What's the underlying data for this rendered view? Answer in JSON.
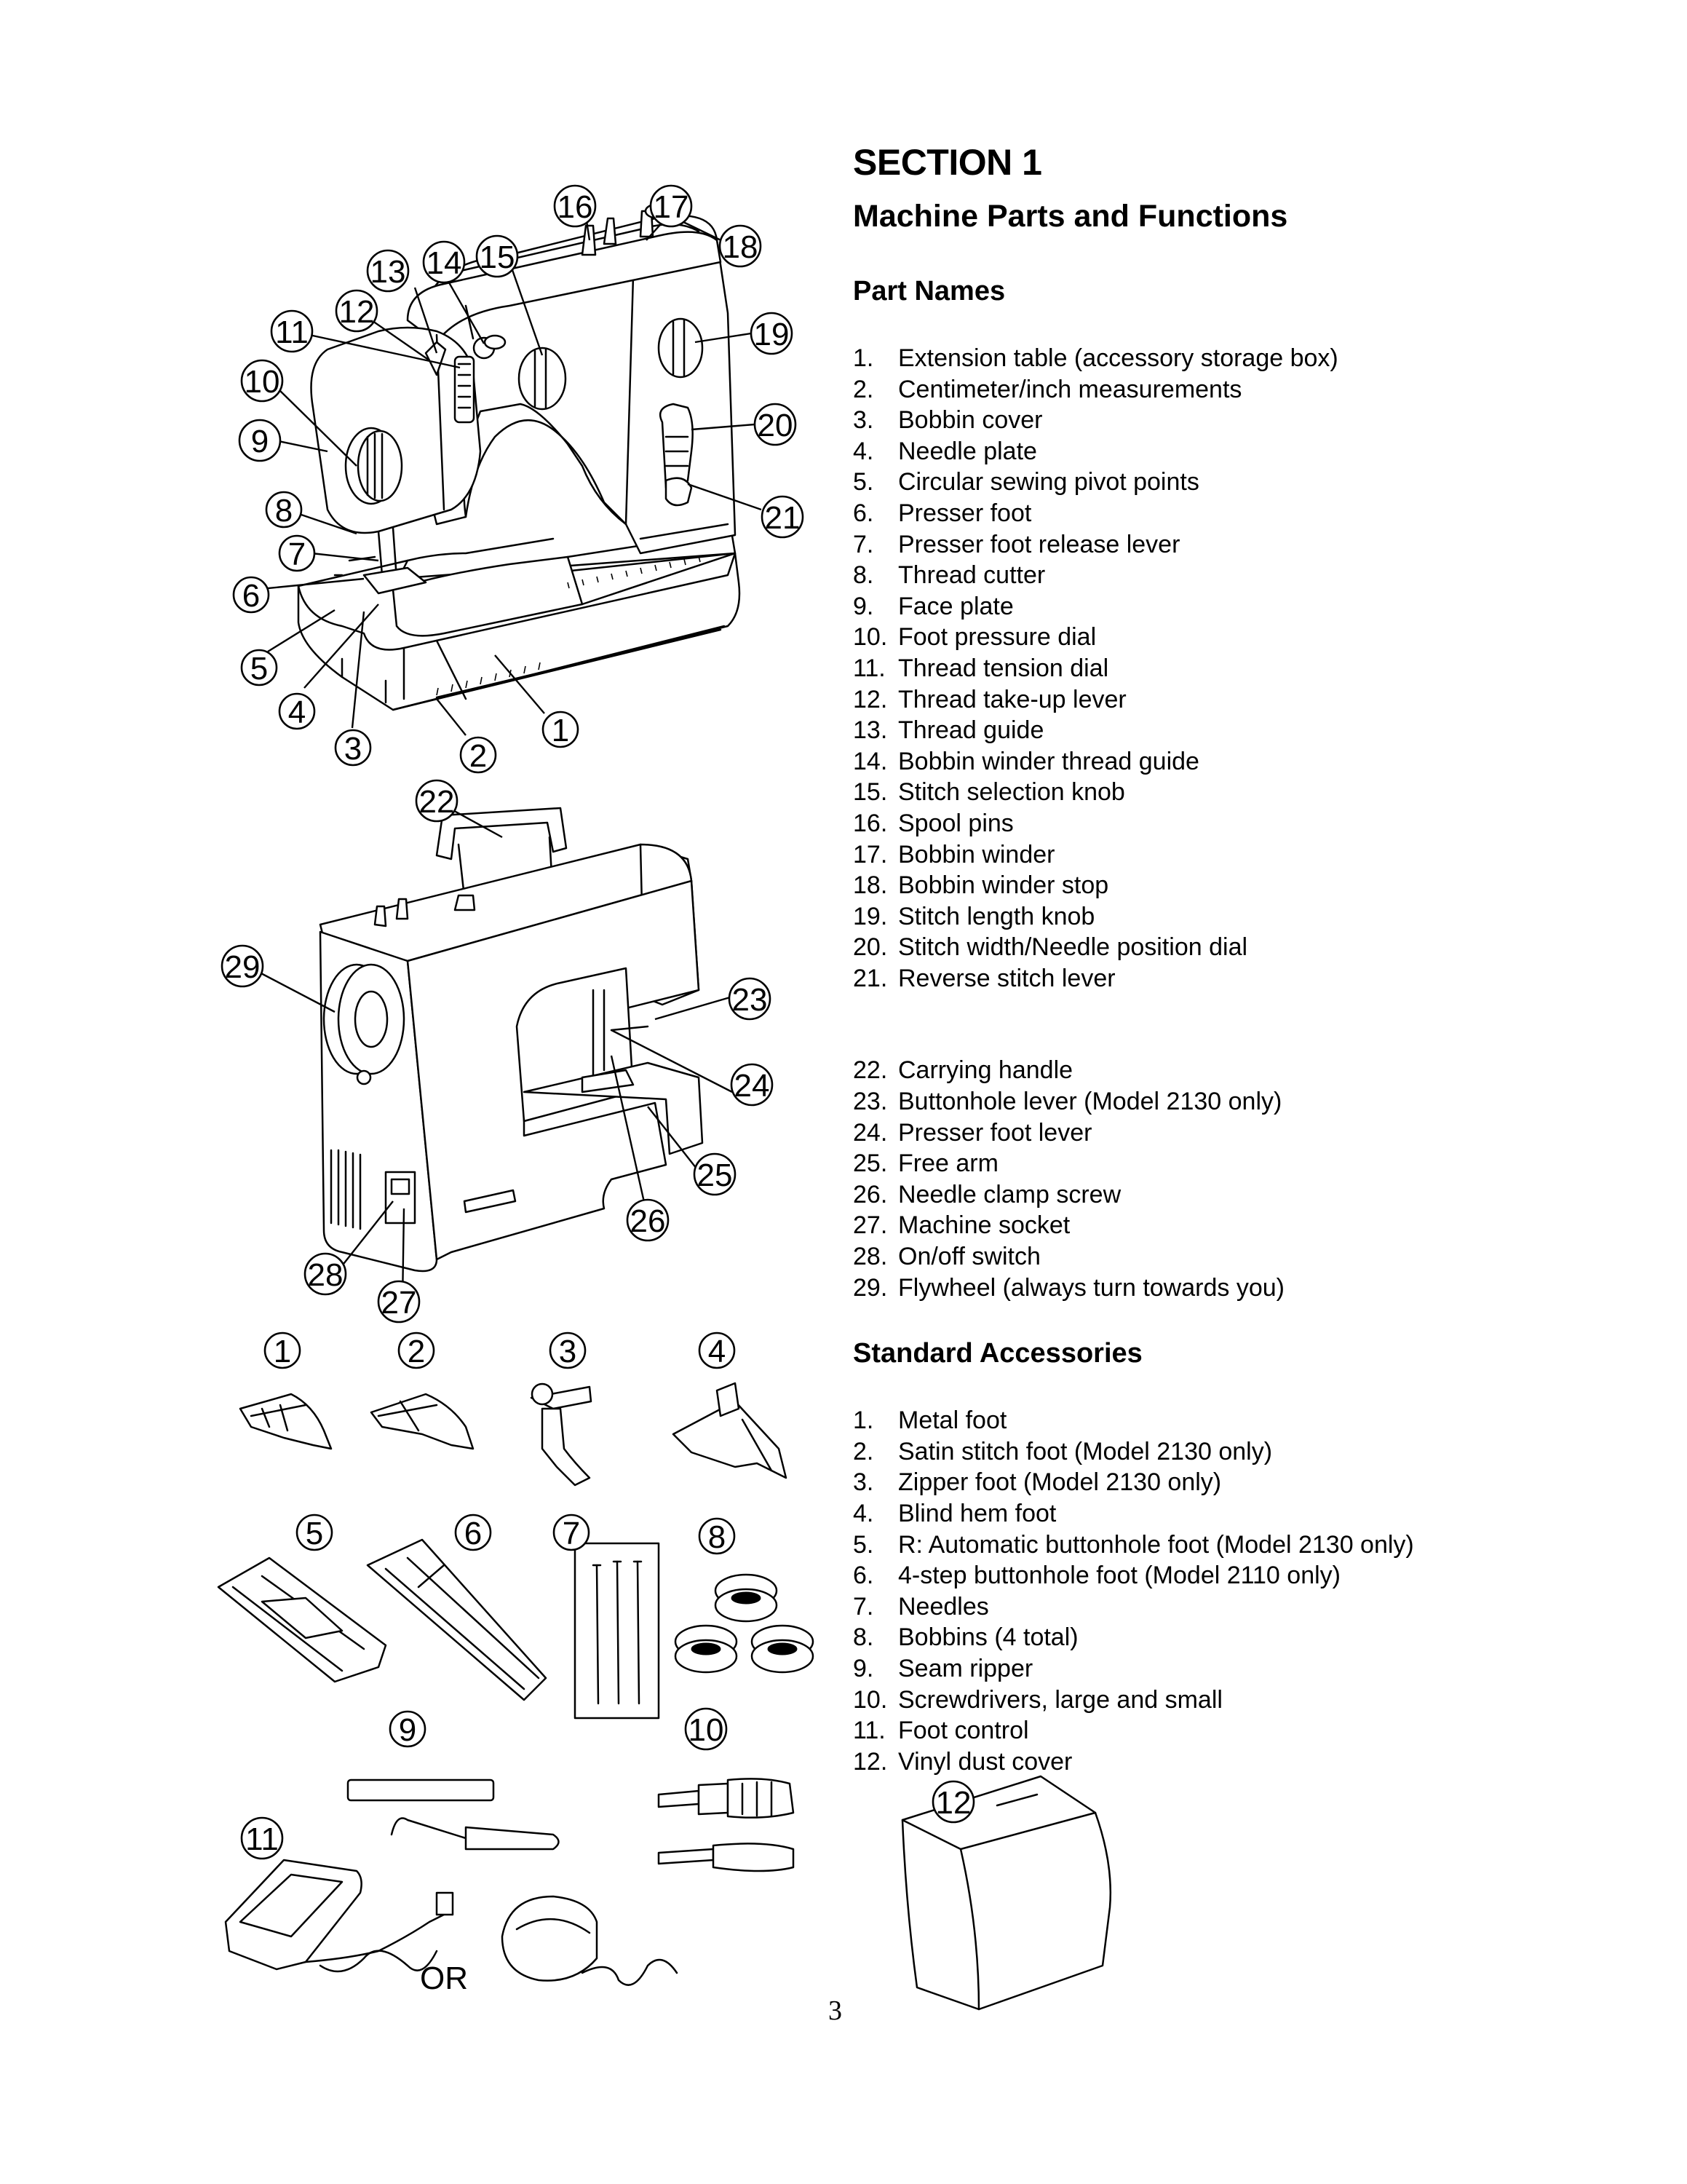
{
  "header": {
    "section": "SECTION 1",
    "title": "Machine Parts and Functions"
  },
  "part_names": {
    "heading": "Part Names",
    "group_a": [
      {
        "num": "1.",
        "label": "Extension table (accessory storage box)"
      },
      {
        "num": "2.",
        "label": "Centimeter/inch measurements"
      },
      {
        "num": "3.",
        "label": "Bobbin cover"
      },
      {
        "num": "4.",
        "label": "Needle plate"
      },
      {
        "num": "5.",
        "label": "Circular sewing pivot points"
      },
      {
        "num": "6.",
        "label": "Presser foot"
      },
      {
        "num": "7.",
        "label": "Presser foot release lever"
      },
      {
        "num": "8.",
        "label": "Thread cutter"
      },
      {
        "num": "9.",
        "label": "Face plate"
      },
      {
        "num": "10.",
        "label": "Foot pressure dial"
      },
      {
        "num": "11.",
        "label": "Thread tension dial"
      },
      {
        "num": "12.",
        "label": "Thread take-up lever"
      },
      {
        "num": "13.",
        "label": "Thread guide"
      },
      {
        "num": "14.",
        "label": "Bobbin winder thread guide"
      },
      {
        "num": "15.",
        "label": "Stitch selection knob"
      },
      {
        "num": "16.",
        "label": "Spool pins"
      },
      {
        "num": "17.",
        "label": "Bobbin winder"
      },
      {
        "num": "18.",
        "label": "Bobbin winder stop"
      },
      {
        "num": "19.",
        "label": "Stitch length knob"
      },
      {
        "num": "20.",
        "label": "Stitch width/Needle position dial"
      },
      {
        "num": "21.",
        "label": "Reverse stitch lever"
      }
    ],
    "group_b": [
      {
        "num": "22.",
        "label": "Carrying handle"
      },
      {
        "num": "23.",
        "label": "Buttonhole lever (Model 2130 only)"
      },
      {
        "num": "24.",
        "label": "Presser foot lever"
      },
      {
        "num": "25.",
        "label": "Free arm"
      },
      {
        "num": "26.",
        "label": "Needle clamp screw"
      },
      {
        "num": "27.",
        "label": "Machine socket"
      },
      {
        "num": "28.",
        "label": "On/off switch"
      },
      {
        "num": "29.",
        "label": "Flywheel (always turn towards you)"
      }
    ]
  },
  "standard_accessories": {
    "heading": "Standard Accessories",
    "items": [
      {
        "num": "1.",
        "label": "Metal foot"
      },
      {
        "num": "2.",
        "label": "Satin stitch foot (Model 2130 only)"
      },
      {
        "num": "3.",
        "label": "Zipper foot (Model 2130 only)"
      },
      {
        "num": "4.",
        "label": "Blind hem foot"
      },
      {
        "num": "5.",
        "label": "R: Automatic buttonhole foot (Model 2130 only)"
      },
      {
        "num": "6.",
        "label": "4-step buttonhole foot (Model 2110 only)"
      },
      {
        "num": "7.",
        "label": "Needles"
      },
      {
        "num": "8.",
        "label": "Bobbins (4 total)"
      },
      {
        "num": "9.",
        "label": "Seam ripper"
      },
      {
        "num": "10.",
        "label": "Screwdrivers, large and small"
      },
      {
        "num": "11.",
        "label": "Foot control"
      },
      {
        "num": "12.",
        "label": "Vinyl dust cover"
      }
    ]
  },
  "figure_front": {
    "callouts": [
      "1",
      "2",
      "3",
      "4",
      "5",
      "6",
      "7",
      "8",
      "9",
      "10",
      "11",
      "12",
      "13",
      "14",
      "15",
      "16",
      "17",
      "18",
      "19",
      "20",
      "21"
    ]
  },
  "figure_rear": {
    "callouts": [
      "22",
      "23",
      "24",
      "25",
      "26",
      "27",
      "28",
      "29"
    ]
  },
  "figure_accessories": {
    "callouts": [
      "1",
      "2",
      "3",
      "4",
      "5",
      "6",
      "7",
      "8",
      "9",
      "10",
      "11",
      "12"
    ],
    "or_label": "OR"
  },
  "page_number": "3"
}
